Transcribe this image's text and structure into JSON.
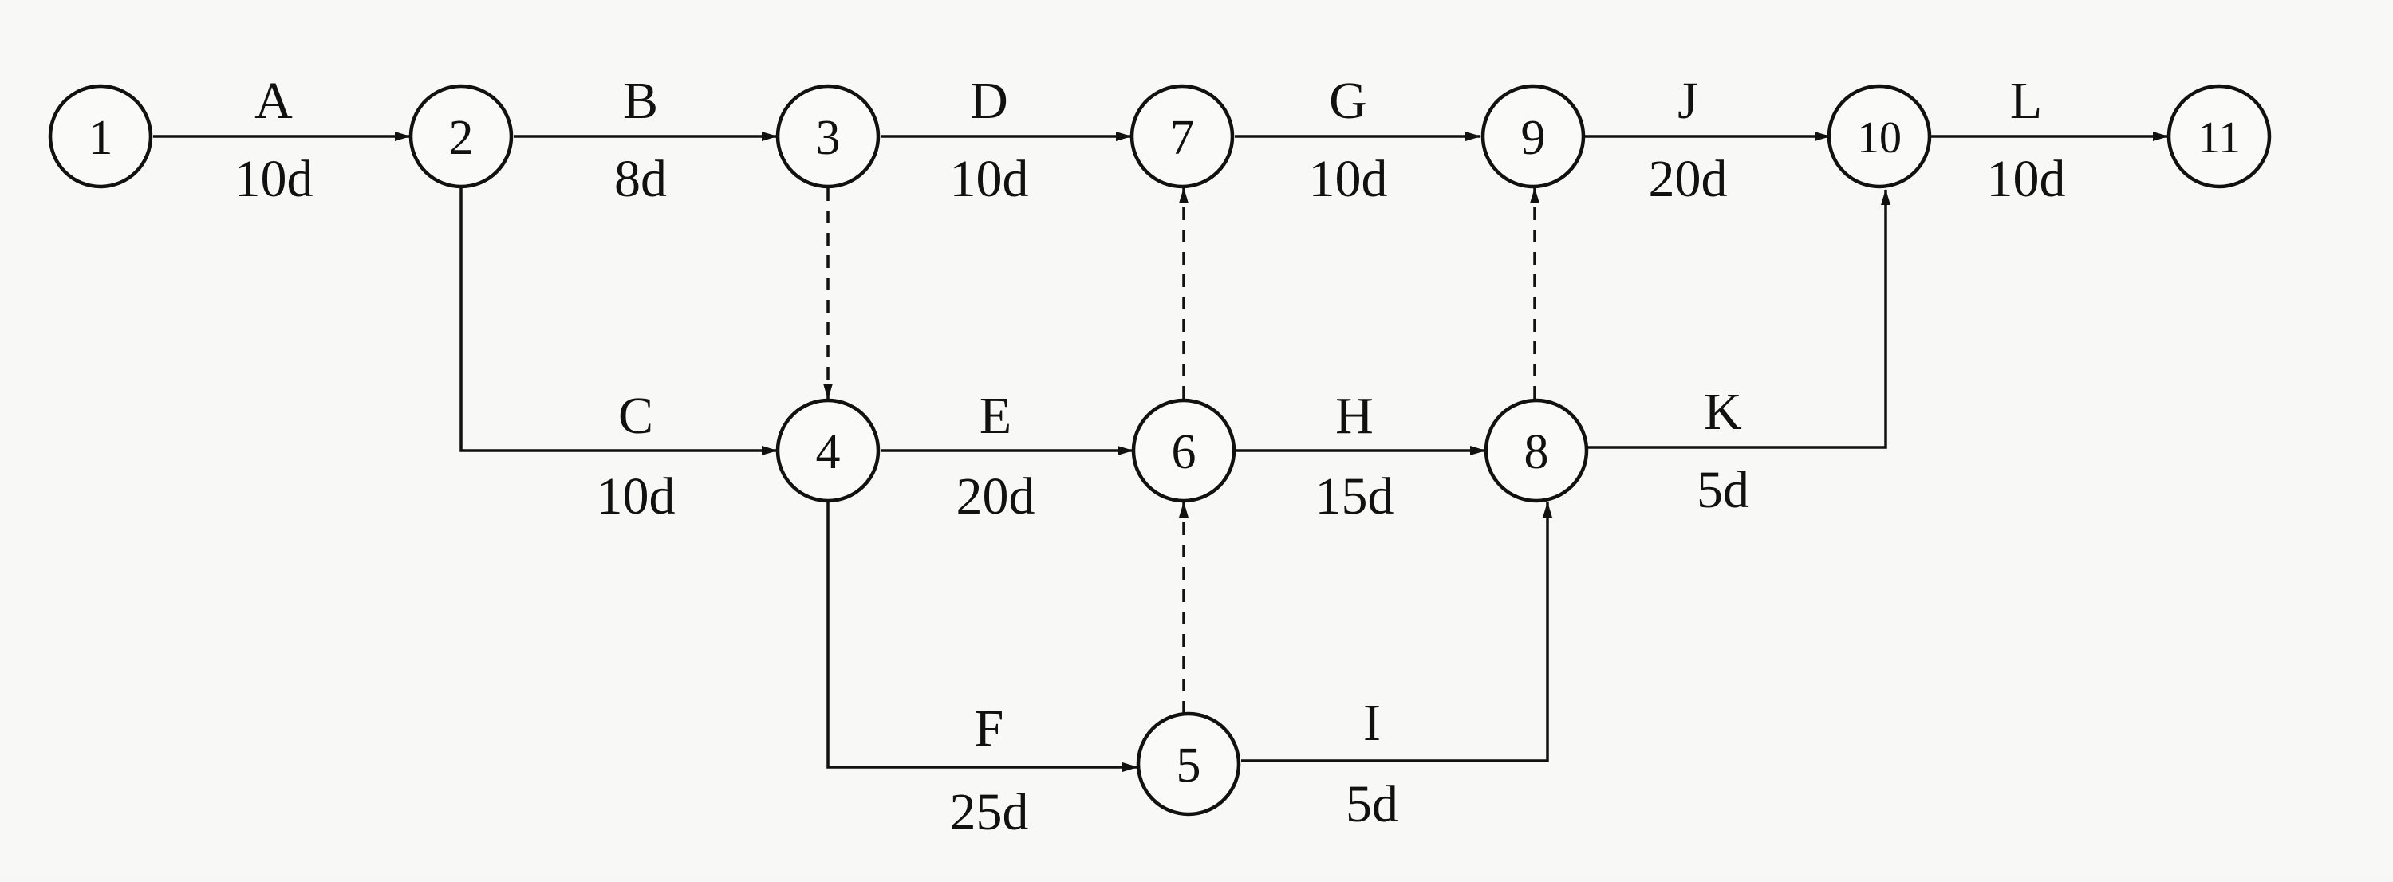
{
  "nodes": [
    {
      "id": "1",
      "label": "1"
    },
    {
      "id": "2",
      "label": "2"
    },
    {
      "id": "3",
      "label": "3"
    },
    {
      "id": "4",
      "label": "4"
    },
    {
      "id": "5",
      "label": "5"
    },
    {
      "id": "6",
      "label": "6"
    },
    {
      "id": "7",
      "label": "7"
    },
    {
      "id": "8",
      "label": "8"
    },
    {
      "id": "9",
      "label": "9"
    },
    {
      "id": "10",
      "label": "10"
    },
    {
      "id": "11",
      "label": "11"
    }
  ],
  "activities": [
    {
      "name": "A",
      "duration": "10d",
      "from": "1",
      "to": "2"
    },
    {
      "name": "B",
      "duration": "8d",
      "from": "2",
      "to": "3"
    },
    {
      "name": "C",
      "duration": "10d",
      "from": "2",
      "to": "4"
    },
    {
      "name": "D",
      "duration": "10d",
      "from": "3",
      "to": "7"
    },
    {
      "name": "E",
      "duration": "20d",
      "from": "4",
      "to": "6"
    },
    {
      "name": "F",
      "duration": "25d",
      "from": "4",
      "to": "5"
    },
    {
      "name": "G",
      "duration": "10d",
      "from": "7",
      "to": "9"
    },
    {
      "name": "H",
      "duration": "15d",
      "from": "6",
      "to": "8"
    },
    {
      "name": "I",
      "duration": "5d",
      "from": "5",
      "to": "8"
    },
    {
      "name": "J",
      "duration": "20d",
      "from": "9",
      "to": "10"
    },
    {
      "name": "K",
      "duration": "5d",
      "from": "8",
      "to": "10"
    },
    {
      "name": "L",
      "duration": "10d",
      "from": "10",
      "to": "11"
    }
  ],
  "dummies": [
    {
      "from": "3",
      "to": "4"
    },
    {
      "from": "5",
      "to": "6"
    },
    {
      "from": "6",
      "to": "7"
    },
    {
      "from": "8",
      "to": "9"
    }
  ]
}
